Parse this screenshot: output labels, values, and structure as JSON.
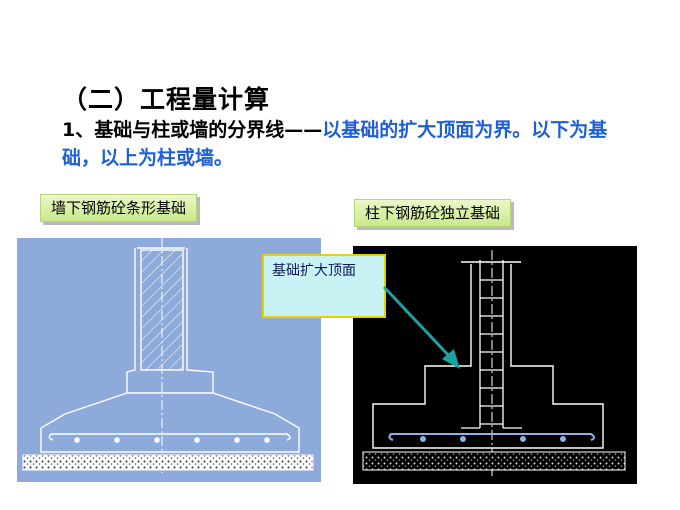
{
  "title": "（二）工程量计算",
  "body": {
    "part1": "1、基础与柱或墙的分界线——",
    "part2": "以基础的扩大顶面为界。以下为基础，以上为柱或墙。"
  },
  "labels": {
    "left": "墙下钢筋砼条形基础",
    "right": "柱下钢筋砼独立基础",
    "callout": "基础扩大顶面"
  },
  "colors": {
    "title": "#000000",
    "highlight": "#1f5fd6",
    "left_panel_bg": "#8eaadb",
    "right_panel_bg": "#000000",
    "callout_bg": "#c9f2f4",
    "callout_border": "#e5d200",
    "arrow": "#1aa3a0"
  }
}
